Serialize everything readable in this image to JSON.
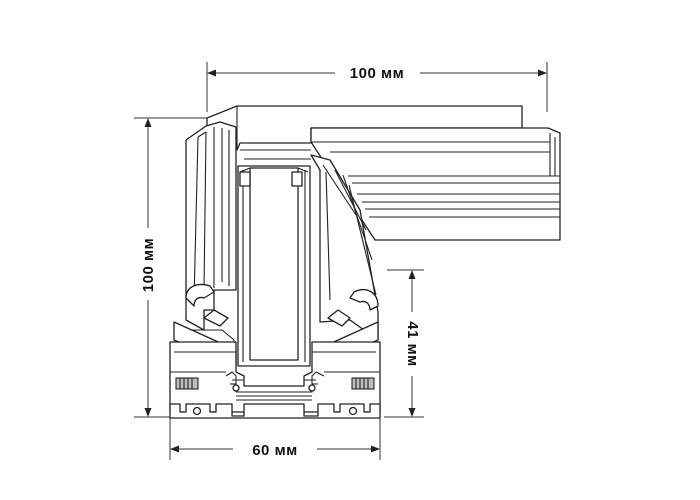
{
  "dimensions": {
    "top_width": "100 мм",
    "left_height": "100 мм",
    "right_height": "41 мм",
    "bottom_width": "60 мм"
  }
}
